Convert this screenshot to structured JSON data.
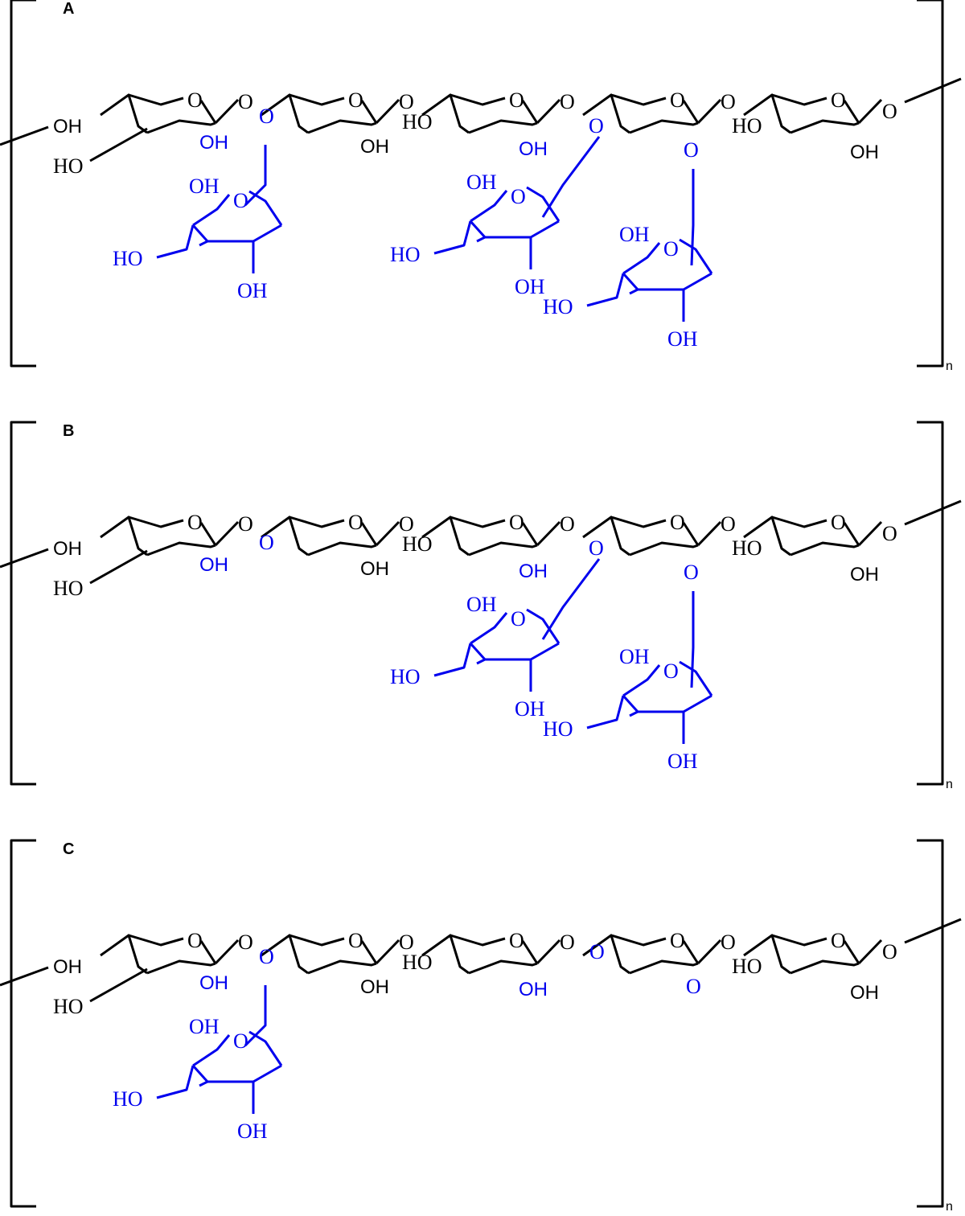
{
  "colors": {
    "backbone": "#000000",
    "branch": "#0000ee",
    "background": "#ffffff"
  },
  "repeat_label": "n",
  "panels": [
    {
      "label": "A",
      "substituted_units": [
        1,
        2,
        3
      ],
      "free_positions": [
        4
      ]
    },
    {
      "label": "B",
      "substituted_units": [
        2,
        3
      ],
      "free_positions": [
        1,
        4
      ]
    },
    {
      "label": "C",
      "substituted_units": [
        1
      ],
      "free_positions": [
        4
      ]
    }
  ],
  "atoms": {
    "oh": "OH",
    "ho": "HO",
    "o": "O"
  }
}
